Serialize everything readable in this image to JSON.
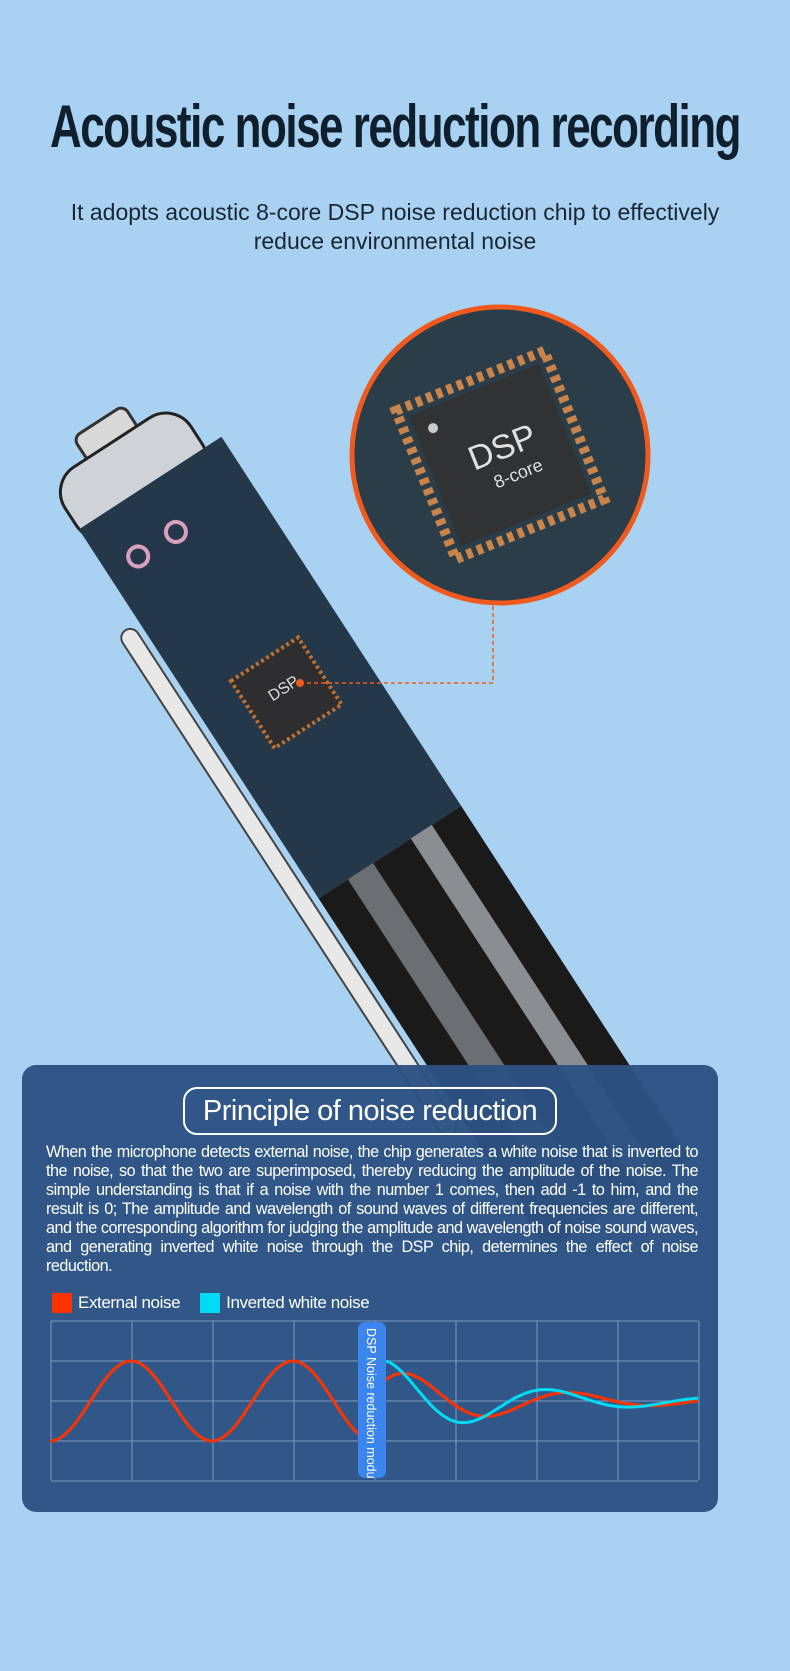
{
  "header": {
    "title": "Acoustic noise reduction recording",
    "subtitle": "It adopts acoustic 8-core DSP noise reduction chip to effectively reduce environmental noise"
  },
  "illustration": {
    "chip_label": "DSP",
    "chip_sublabel": "8-core",
    "accent_color": "#f05a1e"
  },
  "principle": {
    "title": "Principle of noise reduction",
    "body": "When the microphone detects external noise, the chip generates a white noise that is inverted to the noise, so that the two are superimposed, thereby reducing the amplitude of the noise. The simple understanding is that if a noise with the number 1 comes, then add -1 to him, and the result is 0; The amplitude and wavelength of sound waves of different frequencies are different, and the corresponding algorithm for judging the amplitude and wavelength of noise sound waves, and generating inverted white noise through the DSP chip, determines the effect of noise reduction.",
    "legend": [
      {
        "label": "External noise",
        "color": "#ff3300"
      },
      {
        "label": "Inverted white noise",
        "color": "#00dcf5"
      }
    ],
    "module_label": "DSP Noise reduction module"
  }
}
